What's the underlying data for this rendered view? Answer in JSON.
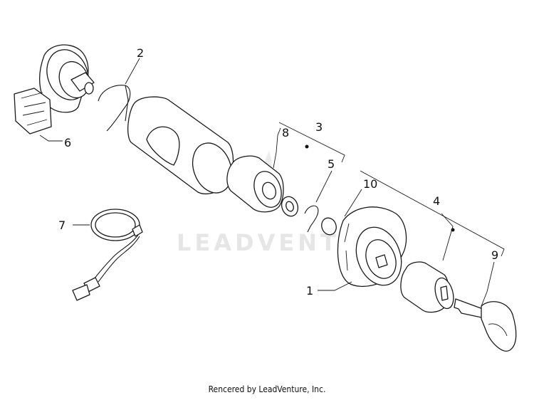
{
  "watermark": "LEADVENTURE",
  "footer": "Rencered by LeadVenture, Inc.",
  "callouts": {
    "c1": "1",
    "c2": "2",
    "c3": "3",
    "c4": "4",
    "c5": "5",
    "c6": "6",
    "c7": "7",
    "c8": "8",
    "c9": "9",
    "c10": "10"
  }
}
